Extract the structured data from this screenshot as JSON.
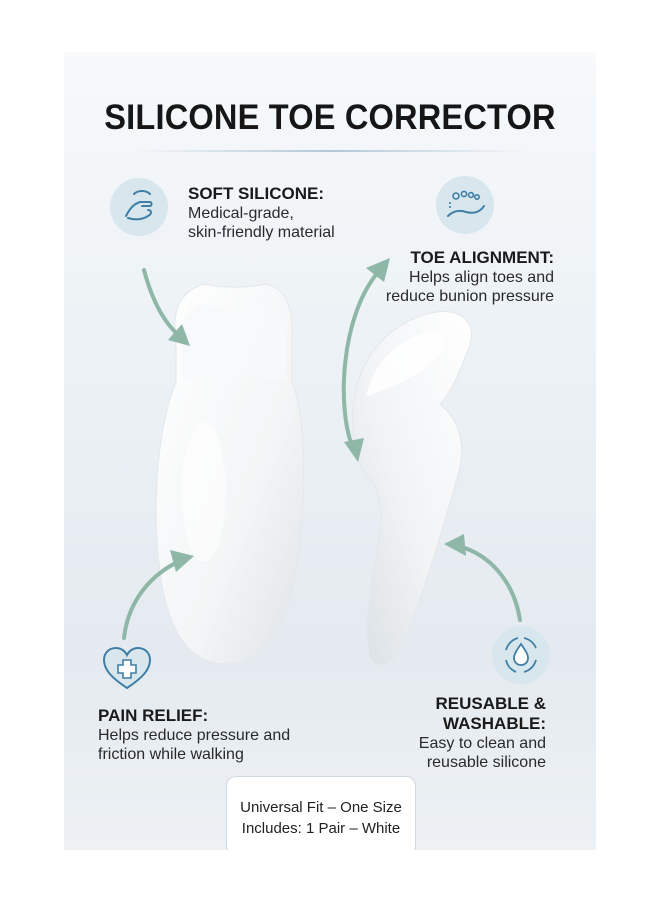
{
  "title": "SILICONE TOE CORRECTOR",
  "features": {
    "soft_silicone": {
      "heading": "SOFT SILICONE:",
      "line1": "Medical-grade,",
      "line2": "skin-friendly material",
      "icon": "hand-touch-icon"
    },
    "toe_alignment": {
      "heading": "TOE ALIGNMENT:",
      "line1": "Helps align toes and",
      "line2": "reduce bunion pressure",
      "icon": "foot-icon"
    },
    "pain_relief": {
      "heading": "PAIN RELIEF:",
      "line1": "Helps reduce pressure and",
      "line2": "friction while walking",
      "icon": "heart-plus-icon"
    },
    "reusable": {
      "heading1": "REUSABLE &",
      "heading2": "WASHABLE:",
      "line1": "Easy to clean and",
      "line2": "reusable silicone",
      "icon": "water-drop-cycle-icon"
    }
  },
  "footer": {
    "line1": "Universal Fit – One Size",
    "line2": "Includes: 1 Pair – White"
  },
  "colors": {
    "arrow": "#8fb7a8",
    "icon_bg": "#d8e6ee",
    "icon_stroke": "#3f7fa6"
  }
}
